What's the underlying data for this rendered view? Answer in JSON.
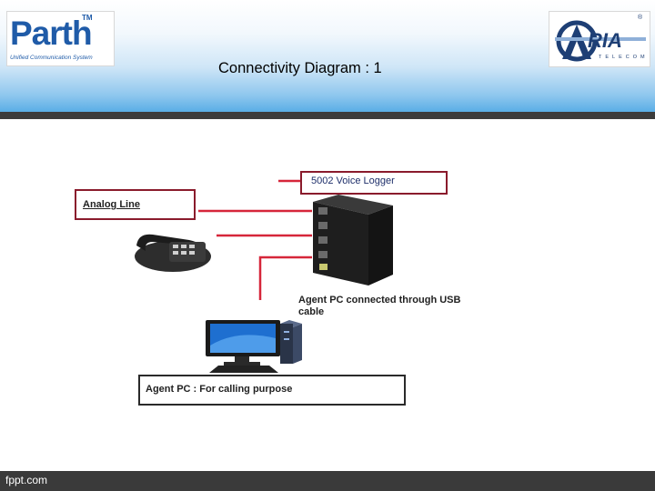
{
  "header": {
    "title": "Connectivity Diagram : 1",
    "logo_left": {
      "word": "Parth",
      "tm": "TM",
      "subtitle": "Unified Communication System"
    },
    "logo_right": {
      "word": "RIA",
      "subtitle": "TELECOM",
      "reg": "®"
    }
  },
  "diagram": {
    "voice_logger_label": "5002 Voice Logger",
    "analog_line_label": "Analog Line",
    "usb_label_line1": "Agent PC connected through USB",
    "usb_label_line2": "cable",
    "agent_pc_label": "Agent PC : For calling purpose"
  },
  "footer": {
    "text": "fppt.com"
  },
  "colors": {
    "connector": "#d6263a",
    "box_red": "#8a1b2c",
    "box_dark": "#2a2a2a",
    "brand_blue": "#1f5ba8"
  }
}
